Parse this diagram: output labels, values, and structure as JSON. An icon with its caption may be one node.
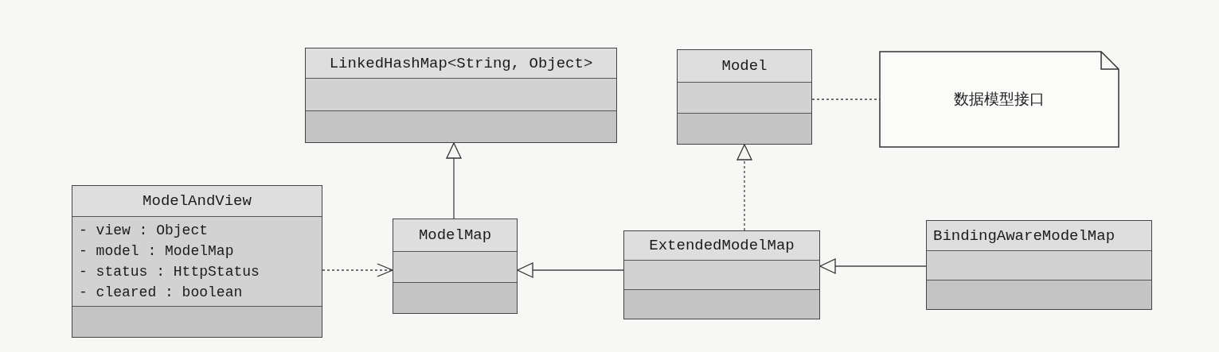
{
  "diagram": {
    "nodes": [
      {
        "text": [
          "LinkedHashMap<String, Object>"
        ]
      },
      {
        "text": [
          "Model"
        ]
      },
      {
        "text": [
          "数据模型接口"
        ]
      },
      {
        "text": [
          "ModelAndView",
          "- view : Object",
          "- model : ModelMap",
          "- status : HttpStatus",
          "- cleared : boolean"
        ]
      },
      {
        "text": [
          "ModelMap"
        ]
      },
      {
        "text": [
          "ExtendedModelMap"
        ]
      },
      {
        "text": [
          "BindingAwareModelMap"
        ]
      }
    ],
    "edges": [
      {
        "from": 4,
        "to": 0,
        "arrow": "to"
      },
      {
        "from": 3,
        "to": 4,
        "arrow": "to",
        "style": "dashed"
      },
      {
        "from": 5,
        "to": 4,
        "arrow": "to"
      },
      {
        "from": 5,
        "to": 1,
        "arrow": "to",
        "style": "dashed"
      },
      {
        "from": 6,
        "to": 5,
        "arrow": "to"
      },
      {
        "from": 1,
        "to": 2,
        "arrow": "none",
        "style": "dashed"
      }
    ]
  }
}
